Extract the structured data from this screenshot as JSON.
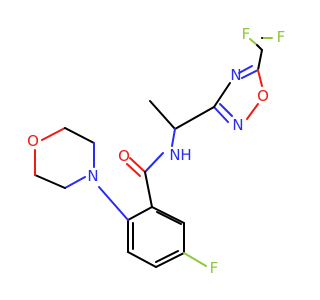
{
  "molecule": {
    "atoms": [
      {
        "id": "f_top_left",
        "label": "F",
        "color": "#8fc83f"
      },
      {
        "id": "f_top_right",
        "label": "F",
        "color": "#8fc83f"
      },
      {
        "id": "n_oxadiazole_4",
        "label": "N",
        "color": "#2a2cf0"
      },
      {
        "id": "o_oxadiazole_1",
        "label": "O",
        "color": "#ee1c14"
      },
      {
        "id": "n_oxadiazole_2",
        "label": "N",
        "color": "#2a2cf0"
      },
      {
        "id": "o_carbonyl",
        "label": "O",
        "color": "#ee1c14"
      },
      {
        "id": "n_amide",
        "label": "N",
        "color": "#2a2cf0"
      },
      {
        "id": "h_amide",
        "label": "H",
        "color": "#2a2cf0"
      },
      {
        "id": "o_morpholine",
        "label": "O",
        "color": "#ee1c14"
      },
      {
        "id": "n_morpholine",
        "label": "N",
        "color": "#2a2cf0"
      },
      {
        "id": "f_aryl",
        "label": "F",
        "color": "#8fc83f"
      }
    ]
  }
}
